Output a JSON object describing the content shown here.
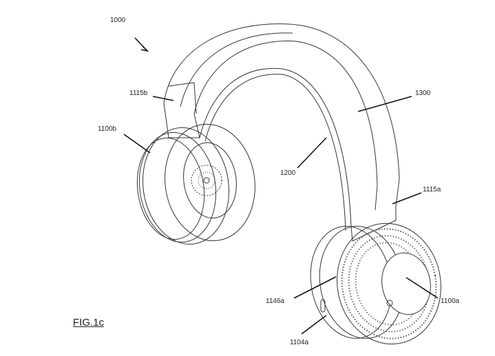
{
  "figure": {
    "title": "FIG.1c",
    "labels": {
      "device": "1000",
      "yoke_b": "1115b",
      "earcup_b": "1100b",
      "headband_outer": "1300",
      "headband_inner": "1200",
      "yoke_a": "1115a",
      "earcup_side_a": "1146a",
      "earcup_a": "1100a",
      "button_a": "1104a"
    }
  }
}
